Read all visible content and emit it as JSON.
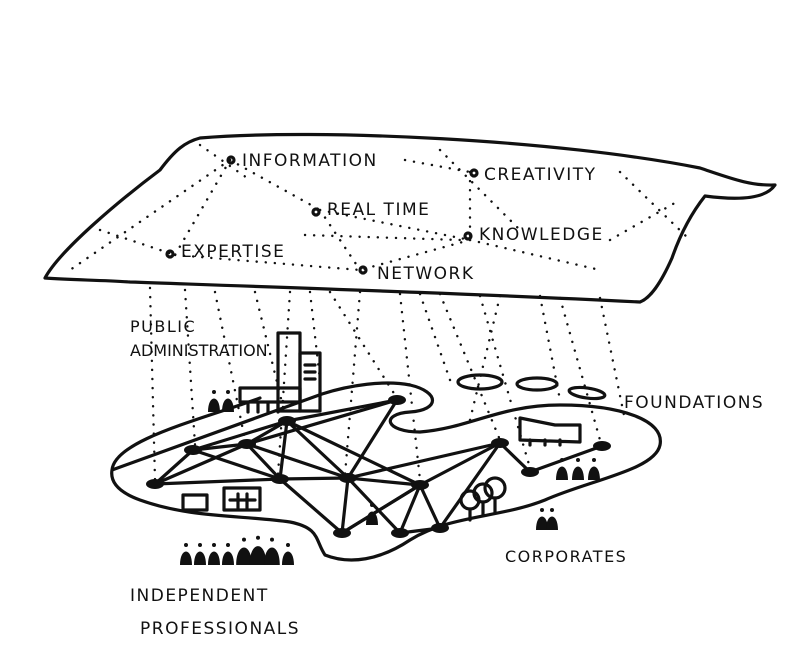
{
  "cloud_labels": {
    "information": "INFORMATION",
    "creativity": "CREATIVITY",
    "real_time": "REAL TIME",
    "knowledge": "KNOWLEDGE",
    "expertise": "EXPERTISE",
    "network": "NETWORK"
  },
  "actor_labels": {
    "public_administration_1": "PUBLIC",
    "public_administration_2": "ADMINISTRATION",
    "foundations": "FOUNDATIONS",
    "corporates": "CORPORATES",
    "independent_professionals_1": "INDEPENDENT",
    "independent_professionals_2": "PROFESSIONALS"
  },
  "colors": {
    "ink": "#111111",
    "background": "#ffffff"
  }
}
